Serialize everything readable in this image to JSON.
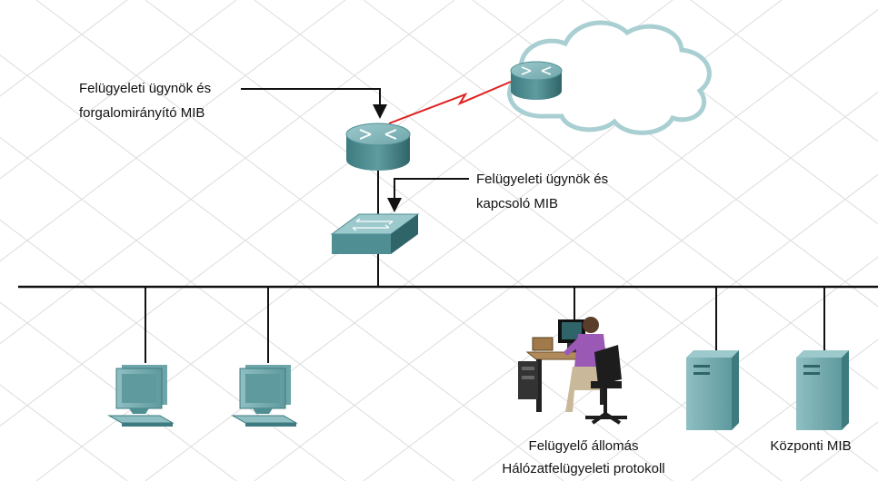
{
  "labels": {
    "router_agent_line1": "Felügyeleti ügynök és",
    "router_agent_line2": "forgalomirányító MIB",
    "switch_agent_line1": "Felügyeleti ügynök és",
    "switch_agent_line2": "kapcsoló MIB",
    "station_line1": "Felügyelő állomás",
    "station_line2": "Hálózatfelügyeleti protokoll",
    "central_mib": "Központi MIB"
  },
  "icons": {
    "cloud": "cloud-icon",
    "remote_router": "router-icon",
    "local_router": "router-icon",
    "switch": "switch-icon",
    "workstations": [
      "monitor-icon",
      "monitor-icon"
    ],
    "management_station": "operator-workstation-icon",
    "servers": [
      "server-icon",
      "server-icon"
    ]
  },
  "colors": {
    "device_teal": "#4f8f93",
    "device_dark": "#2f6468",
    "wan_link": "#e02020",
    "bus_line": "#000000",
    "grid": "#d9d9d9"
  }
}
